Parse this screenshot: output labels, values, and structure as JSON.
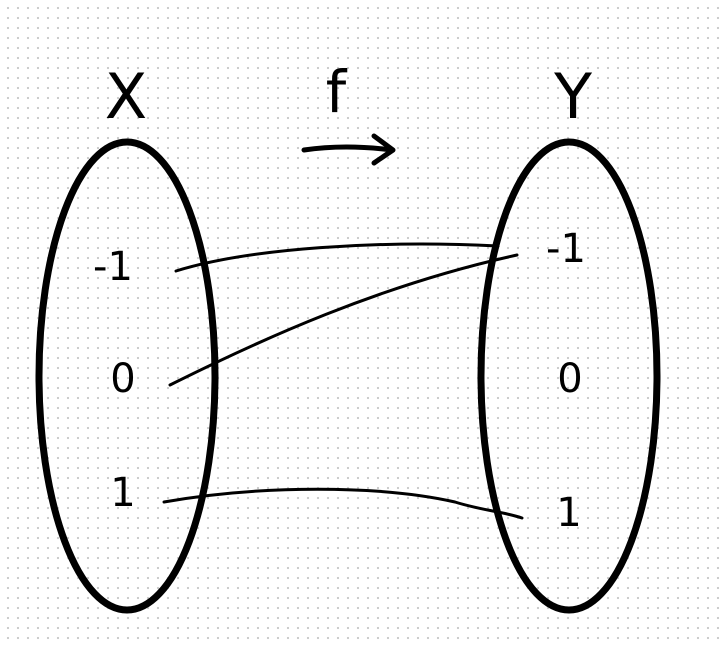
{
  "diagram": {
    "function_label": "f",
    "domain_set": {
      "label": "X",
      "elements": [
        "-1",
        "0",
        "1"
      ]
    },
    "codomain_set": {
      "label": "Y",
      "elements": [
        "-1",
        "0",
        "1"
      ]
    },
    "mappings": [
      {
        "from": "-1",
        "to": "-1"
      },
      {
        "from": "0",
        "to": "-1"
      },
      {
        "from": "1",
        "to": "1"
      }
    ],
    "colors": {
      "ink": "#000000",
      "background": "#ffffff",
      "grid_dots": "#c9c9c9"
    }
  }
}
